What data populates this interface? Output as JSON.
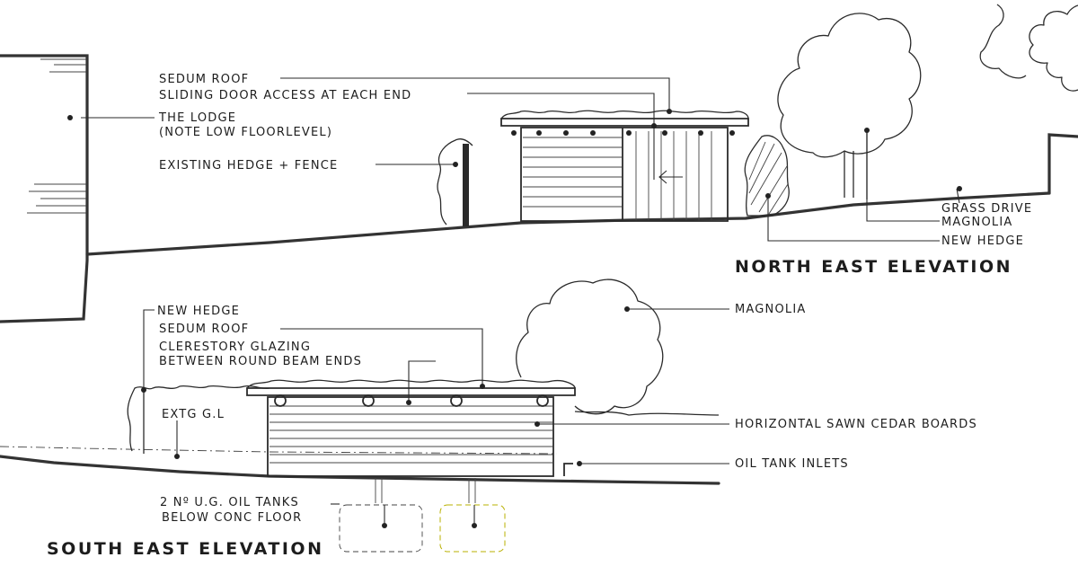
{
  "north_east": {
    "title": "NORTH EAST ELEVATION",
    "labels": {
      "sedum_roof": "SEDUM ROOF",
      "sliding_door": "SLIDING DOOR ACCESS AT EACH END",
      "lodge_1": "THE LODGE",
      "lodge_2": "(NOTE LOW FLOORLEVEL)",
      "hedge_fence": "EXISTING HEDGE + FENCE",
      "grass_drive": "GRASS DRIVE",
      "magnolia": "MAGNOLIA",
      "new_hedge": "NEW HEDGE"
    }
  },
  "south_east": {
    "title": "SOUTH EAST ELEVATION",
    "labels": {
      "new_hedge": "NEW HEDGE",
      "sedum_roof": "SEDUM ROOF",
      "clerestory_1": "CLERESTORY GLAZING",
      "clerestory_2": "BETWEEN ROUND BEAM ENDS",
      "extg_gl": "EXTG G.L",
      "magnolia": "MAGNOLIA",
      "cedar": "HORIZONTAL SAWN CEDAR BOARDS",
      "oil_inlets": "OIL TANK INLETS",
      "oil_tanks_1": "2 Nº U.G. OIL TANKS",
      "oil_tanks_2": "BELOW CONC FLOOR"
    }
  },
  "colors": {
    "ink": "#1d1d1d",
    "paper": "#ffffff",
    "tank_dash": "#b8b000"
  }
}
